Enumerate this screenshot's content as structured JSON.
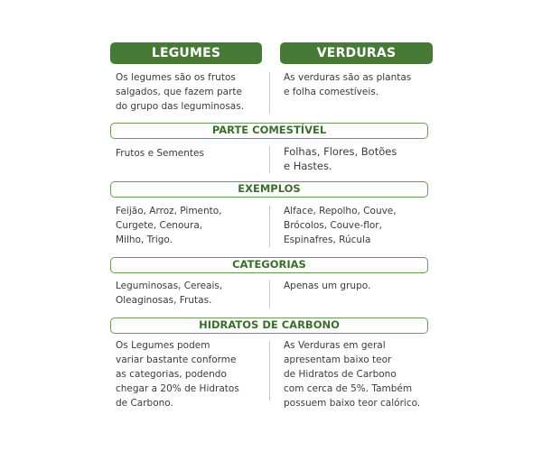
{
  "headers": {
    "left": "LEGUMES",
    "right": "VERDURAS"
  },
  "intro": {
    "left": [
      "Os legumes são os frutos",
      "salgados, que fazem parte",
      "do grupo das leguminosas."
    ],
    "right": [
      "As verduras são as plantas",
      "e folha comestíveis."
    ]
  },
  "sections": [
    {
      "title": "PARTE COMESTÍVEL",
      "left": [
        "Frutos e Sementes"
      ],
      "right": [
        "Folhas, Flores, Botões",
        "e Hastes."
      ]
    },
    {
      "title": "EXEMPLOS",
      "left": [
        "Feijão, Arroz, Pimento,",
        "Curgete, Cenoura,",
        "Milho, Trigo."
      ],
      "right": [
        "Alface, Repolho, Couve,",
        "Brócolos, Couve-flor,",
        "Espinafres, Rúcula"
      ]
    },
    {
      "title": "CATEGORIAS",
      "left": [
        "Leguminosas, Cereais,",
        "Oleaginosas, Frutas."
      ],
      "right": [
        "Apenas um grupo."
      ]
    },
    {
      "title": "HIDRATOS DE CARBONO",
      "left": [
        "Os Legumes podem",
        "variar bastante conforme",
        "as categorias, podendo",
        "chegar a 20% de Hidratos",
        "de Carbono."
      ],
      "right": [
        "As Verduras em geral",
        "apresentam baixo teor",
        "de Hidratos de Carbono",
        "com cerca de 5%. Também",
        "possuem baixo teor calórico."
      ]
    }
  ],
  "colors": {
    "header_bg": "#477a36",
    "bar_border": "#6a9a5a",
    "bar_text": "#3b6e2c"
  }
}
